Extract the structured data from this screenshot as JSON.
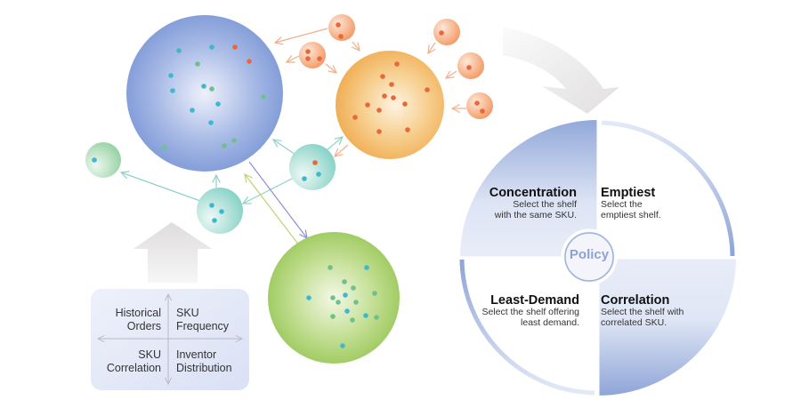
{
  "diagram": {
    "features": {
      "top_left": [
        "Historical",
        "Orders"
      ],
      "top_right": [
        "SKU",
        "Frequency"
      ],
      "bottom_left": [
        "SKU",
        "Correlation"
      ],
      "bottom_right": [
        "Inventor",
        "Distribution"
      ]
    },
    "policy": {
      "center_label": "Policy",
      "quadrants": [
        {
          "id": "concentration",
          "title": "Concentration",
          "desc": [
            "Select the shelf",
            "with the same SKU."
          ]
        },
        {
          "id": "emptiest",
          "title": "Emptiest",
          "desc": [
            "Select the",
            "emptiest shelf."
          ]
        },
        {
          "id": "least-demand",
          "title": "Least-Demand",
          "desc": [
            "Select the shelf offering",
            "least demand."
          ]
        },
        {
          "id": "correlation",
          "title": "Correlation",
          "desc": [
            "Select the shelf with",
            "correlated SKU."
          ]
        }
      ]
    },
    "colors": {
      "blue_cluster": "#7f9ad6",
      "orange_cluster": "#f2b45e",
      "green_cluster": "#9cc95a",
      "teal_cluster": "#8fd3c8",
      "light_green_cluster": "#a9d9b6",
      "dot_teal": "#3fb8cf",
      "dot_orange": "#e8683c",
      "dot_green": "#6fc18a",
      "policy_blue": "#8ea4d6",
      "arrow_gray": "#e8e6e6"
    }
  }
}
